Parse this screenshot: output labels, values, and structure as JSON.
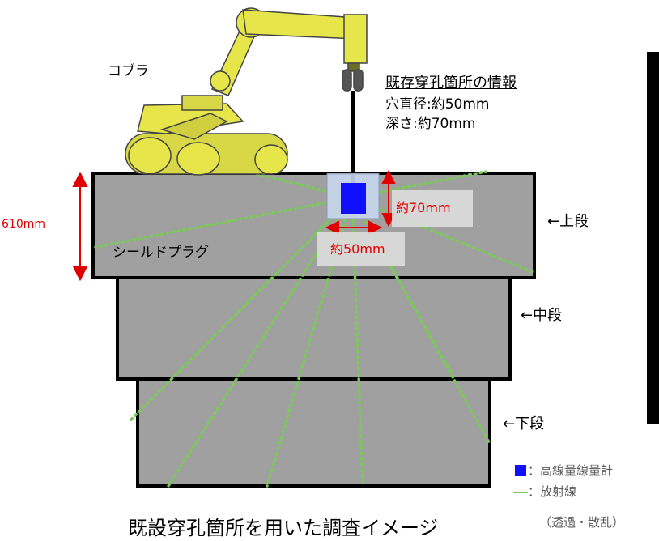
{
  "robot": {
    "name": "コブラ"
  },
  "info": {
    "title": "既存穿孔箇所の情報",
    "diameter": "穴直径:約50mm",
    "depth": "深さ:約70mm"
  },
  "dimensions": {
    "height_total": "610mm",
    "hole_depth": "約70mm",
    "hole_diameter": "約50mm"
  },
  "plug": {
    "label": "シールドプラグ",
    "upper": "←上段",
    "middle": "←中段",
    "lower": "←下段"
  },
  "legend": {
    "detector": "：高線量線量計",
    "radiation": "：放射線",
    "radiation_note": "（透過・散乱）"
  },
  "caption": "既設穿孔箇所を用いた調査イメージ",
  "colors": {
    "block_fill": "#a0a0a0",
    "block_stroke": "#000000",
    "robot_yellow": "#e6e64a",
    "detector_blue": "#1010ff",
    "radiation_green": "#7cc85a",
    "dimension_red": "#e00000"
  }
}
